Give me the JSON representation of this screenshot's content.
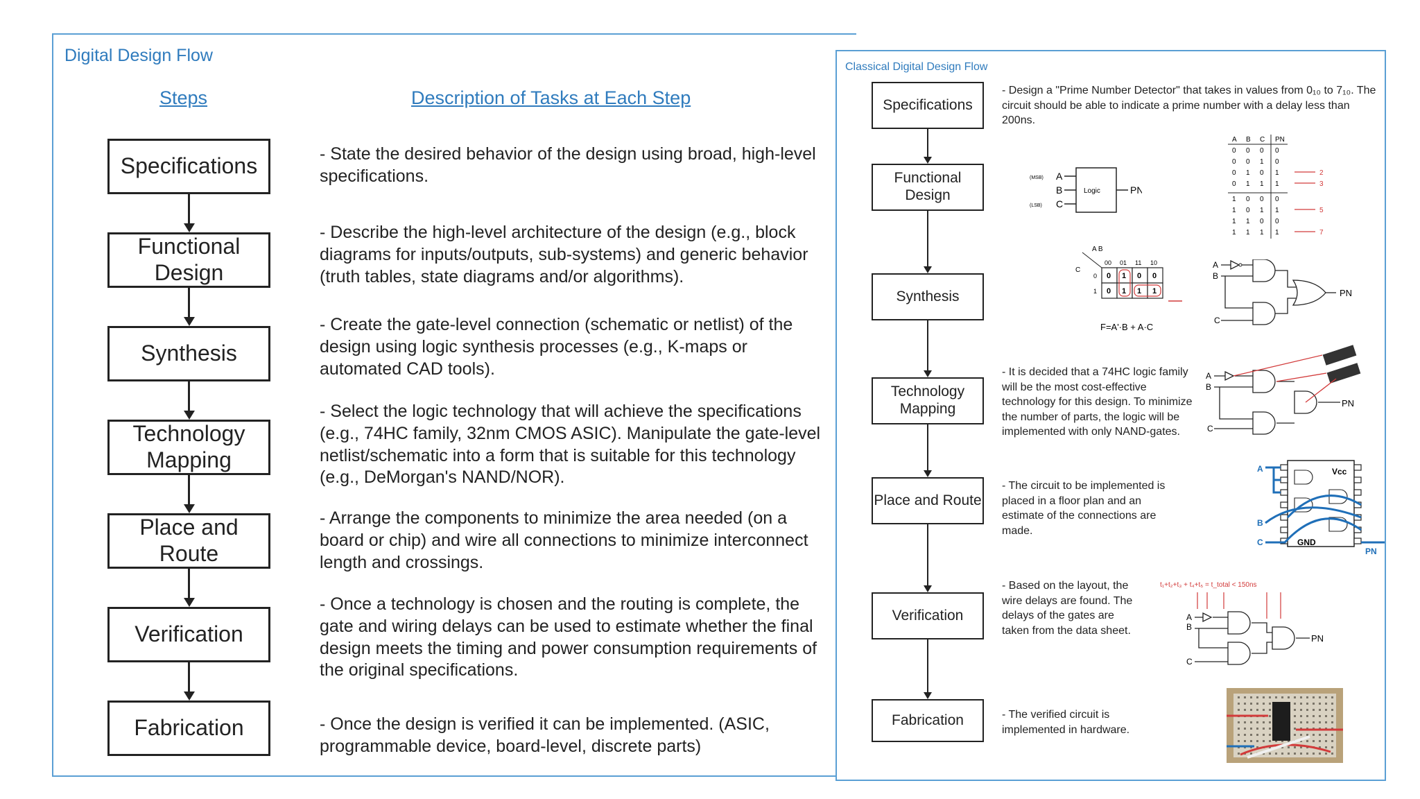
{
  "left": {
    "title": "Digital Design Flow",
    "col_steps": "Steps",
    "col_desc": "Description of Tasks at Each Step",
    "steps": [
      {
        "label": "Specifications",
        "desc": "- State the desired behavior of the design using broad, high-level specifications."
      },
      {
        "label": "Functional Design",
        "desc": "- Describe the high-level architecture of the design (e.g., block diagrams for inputs/outputs, sub-systems) and generic behavior (truth tables, state diagrams and/or algorithms)."
      },
      {
        "label": "Synthesis",
        "desc": "- Create the gate-level connection (schematic or netlist) of the design using logic synthesis processes (e.g., K-maps or automated CAD tools)."
      },
      {
        "label": "Technology Mapping",
        "desc": "- Select the logic technology that will achieve the specifications (e.g., 74HC family, 32nm CMOS ASIC). Manipulate the gate-level netlist/schematic into a form that is suitable for this technology (e.g., DeMorgan's NAND/NOR)."
      },
      {
        "label": "Place and Route",
        "desc": "- Arrange the components to minimize the area needed (on a board or chip) and wire all connections to minimize interconnect length and crossings."
      },
      {
        "label": "Verification",
        "desc": "- Once a technology is chosen and the routing is complete, the gate and wiring delays can be used to estimate whether the final design meets the timing and power consumption requirements of the original specifications."
      },
      {
        "label": "Fabrication",
        "desc": "- Once the design is verified it can be implemented. (ASIC, programmable device, board-level, discrete parts)"
      }
    ]
  },
  "right": {
    "title": "Classical Digital Design Flow",
    "steps": [
      {
        "label": "Specifications",
        "desc": "- Design a \"Prime Number Detector\" that takes in values from 0₁₀ to 7₁₀. The circuit should be able to indicate a prime number with a delay less than 200ns."
      },
      {
        "label": "Functional Design",
        "desc": ""
      },
      {
        "label": "Synthesis",
        "desc": ""
      },
      {
        "label": "Technology Mapping",
        "desc": "- It is decided that a 74HC logic family will be the most cost-effective technology for this design. To minimize the number of parts, the logic will be implemented with only NAND-gates."
      },
      {
        "label": "Place and Route",
        "desc": "- The circuit to be implemented is placed in a floor plan and an estimate of the connections are made."
      },
      {
        "label": "Verification",
        "desc": "- Based on the layout, the wire delays are found. The delays of the gates are taken from the data sheet."
      },
      {
        "label": "Fabrication",
        "desc": "- The verified circuit is implemented in hardware."
      }
    ],
    "block": {
      "in_a": "A",
      "in_b": "B",
      "in_c": "C",
      "msb": "(MSB)",
      "lsb": "(LSB)",
      "logic": "Logic",
      "out": "PN"
    },
    "truth_table": {
      "headers": [
        "A",
        "B",
        "C",
        "PN"
      ],
      "rows": [
        [
          "0",
          "0",
          "0",
          "0"
        ],
        [
          "0",
          "0",
          "1",
          "0"
        ],
        [
          "0",
          "1",
          "0",
          "1"
        ],
        [
          "0",
          "1",
          "1",
          "1"
        ],
        [
          "1",
          "0",
          "0",
          "0"
        ],
        [
          "1",
          "0",
          "1",
          "1"
        ],
        [
          "1",
          "1",
          "0",
          "0"
        ],
        [
          "1",
          "1",
          "1",
          "1"
        ]
      ],
      "primes": [
        "2",
        "3",
        "5",
        "7"
      ]
    },
    "kmap": {
      "row_var": "C",
      "col_vars": "A B",
      "cols": [
        "00",
        "01",
        "11",
        "10"
      ],
      "rows": [
        "0",
        "1"
      ],
      "cells": [
        [
          "0",
          "1",
          "0",
          "0"
        ],
        [
          "0",
          "1",
          "1",
          "1"
        ]
      ],
      "equation": "F=A'·B + A·C"
    },
    "gate_labels": {
      "a": "A",
      "b": "B",
      "c": "C",
      "out": "PN"
    },
    "chip": {
      "a": "A",
      "b": "B",
      "c": "C",
      "vcc": "Vcc",
      "gnd": "GND",
      "out": "PN"
    },
    "timing_eq": "t₁+t₂+t₃ + t₄+t₅ = t_total < 150ns",
    "colors": {
      "accent": "#2f7bbd",
      "wire": "#1f6fb8",
      "red": "#d23a3a"
    }
  }
}
